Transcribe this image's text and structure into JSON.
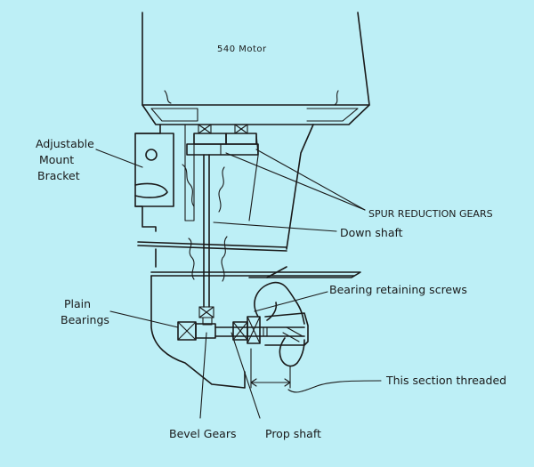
{
  "diagram": {
    "background": "#bdeff6",
    "ink": "#1a1a1a",
    "labels": {
      "motor": "540 Motor",
      "mount_bracket_line1": "Adjustable",
      "mount_bracket_line2": "Mount",
      "mount_bracket_line3": "Bracket",
      "spur_gears": "SPUR REDUCTION GEARS",
      "down_shaft": "Down shaft",
      "bearing_screws": "Bearing retaining screws",
      "plain_bearings_line1": "Plain",
      "plain_bearings_line2": "Bearings",
      "threaded_section": "This section threaded",
      "bevel_gears": "Bevel Gears",
      "prop_shaft": "Prop shaft"
    }
  }
}
